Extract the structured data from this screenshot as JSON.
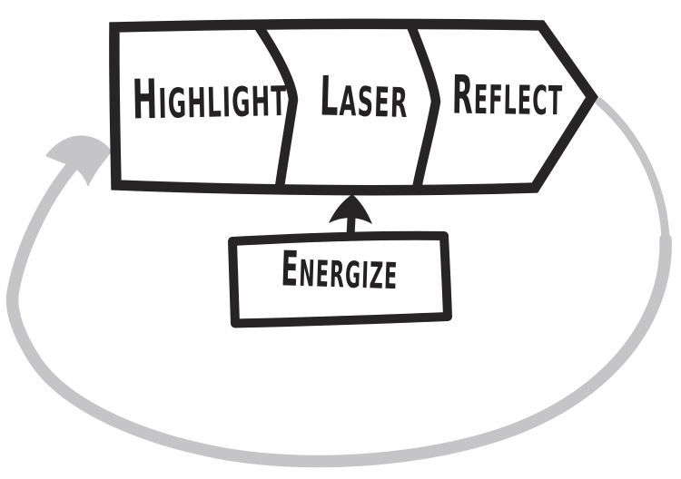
{
  "colors": {
    "background": "#ffffff",
    "ink": "#262424",
    "loop_arrow": "#c5c5c7",
    "text": "#232121"
  },
  "process_cycle": {
    "stages": [
      {
        "label": "HIGHLIGHT"
      },
      {
        "label": "LASER"
      },
      {
        "label": "REFLECT"
      }
    ],
    "energizer": {
      "label": "ENERGIZE"
    },
    "icons": {
      "loop_arrow": "feedback-loop-arrow",
      "energize_arrow": "up-arrow"
    }
  }
}
